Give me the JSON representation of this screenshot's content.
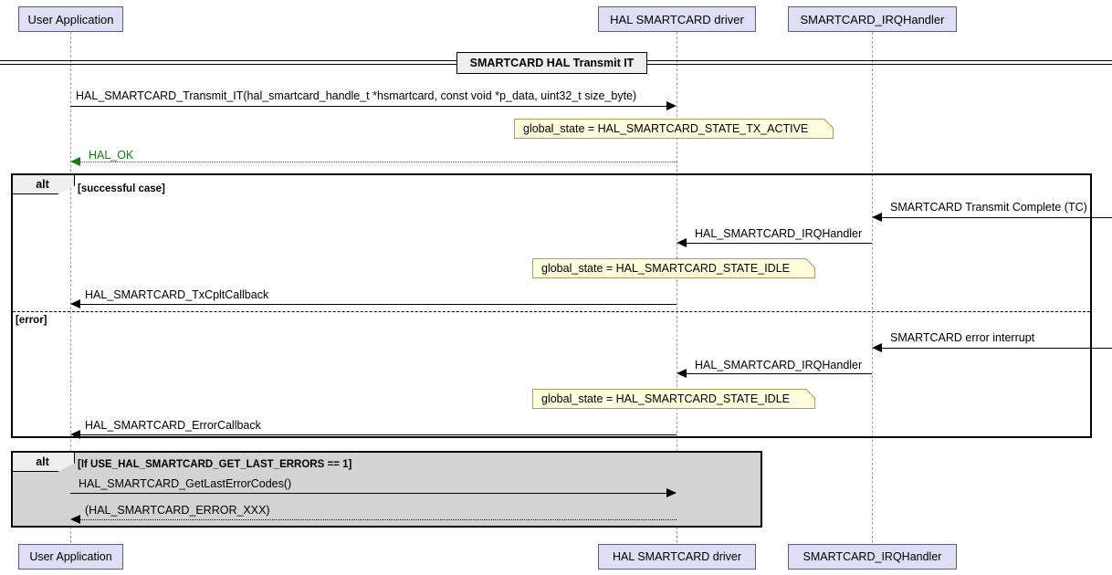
{
  "diagram": {
    "title": "SMARTCARD HAL Transmit IT",
    "type": "uml-sequence-diagram",
    "colors": {
      "participant_fill": "#DEDEF5",
      "participant_border": "#5A5A8C",
      "note_fill": "#FEFEDC",
      "note_border": "#A0A060",
      "fragment_tab_fill": "#EEEEEE",
      "fragment_shaded_fill": "#D3D3D3",
      "return_ok_color": "#108010",
      "line_color": "#000000",
      "lifeline_color": "#A0A0A0"
    }
  },
  "participants": [
    {
      "id": "user",
      "label": "User Application"
    },
    {
      "id": "hal",
      "label": "HAL SMARTCARD driver"
    },
    {
      "id": "irq",
      "label": "SMARTCARD_IRQHandler"
    }
  ],
  "divider": {
    "label": "SMARTCARD HAL Transmit IT"
  },
  "messages": [
    {
      "id": "m1",
      "label": "HAL_SMARTCARD_Transmit_IT(hal_smartcard_handle_t *hsmartcard, const void *p_data, uint32_t size_byte)",
      "from": "user",
      "to": "hal",
      "style": "solid",
      "direction": "right"
    },
    {
      "id": "m2",
      "label": "HAL_OK",
      "from": "hal",
      "to": "user",
      "style": "dotted",
      "direction": "left",
      "color": "#108010"
    },
    {
      "id": "m3",
      "label": "SMARTCARD Transmit Complete (TC)",
      "from": "external",
      "to": "irq",
      "style": "solid",
      "direction": "left"
    },
    {
      "id": "m4",
      "label": "HAL_SMARTCARD_IRQHandler",
      "from": "irq",
      "to": "hal",
      "style": "solid",
      "direction": "left"
    },
    {
      "id": "m5",
      "label": "HAL_SMARTCARD_TxCpltCallback",
      "from": "hal",
      "to": "user",
      "style": "solid",
      "direction": "left"
    },
    {
      "id": "m6",
      "label": "SMARTCARD error interrupt",
      "from": "external",
      "to": "irq",
      "style": "solid",
      "direction": "left"
    },
    {
      "id": "m7",
      "label": "HAL_SMARTCARD_IRQHandler",
      "from": "irq",
      "to": "hal",
      "style": "solid",
      "direction": "left"
    },
    {
      "id": "m8",
      "label": "HAL_SMARTCARD_ErrorCallback",
      "from": "hal",
      "to": "user",
      "style": "solid",
      "direction": "left"
    },
    {
      "id": "m9",
      "label": "HAL_SMARTCARD_GetLastErrorCodes()",
      "from": "user",
      "to": "hal",
      "style": "solid",
      "direction": "right"
    },
    {
      "id": "m10",
      "label": "(HAL_SMARTCARD_ERROR_XXX)",
      "from": "hal",
      "to": "user",
      "style": "dotted",
      "direction": "left"
    }
  ],
  "notes": [
    {
      "id": "n1",
      "text": "global_state = HAL_SMARTCARD_STATE_TX_ACTIVE"
    },
    {
      "id": "n2",
      "text": "global_state = HAL_SMARTCARD_STATE_IDLE"
    },
    {
      "id": "n3",
      "text": "global_state = HAL_SMARTCARD_STATE_IDLE"
    }
  ],
  "fragments": [
    {
      "id": "f1",
      "operator": "alt",
      "guards": [
        "[successful case]",
        "[error]"
      ]
    },
    {
      "id": "f2",
      "operator": "alt",
      "guards": [
        "[If USE_HAL_SMARTCARD_GET_LAST_ERRORS == 1]"
      ]
    }
  ]
}
